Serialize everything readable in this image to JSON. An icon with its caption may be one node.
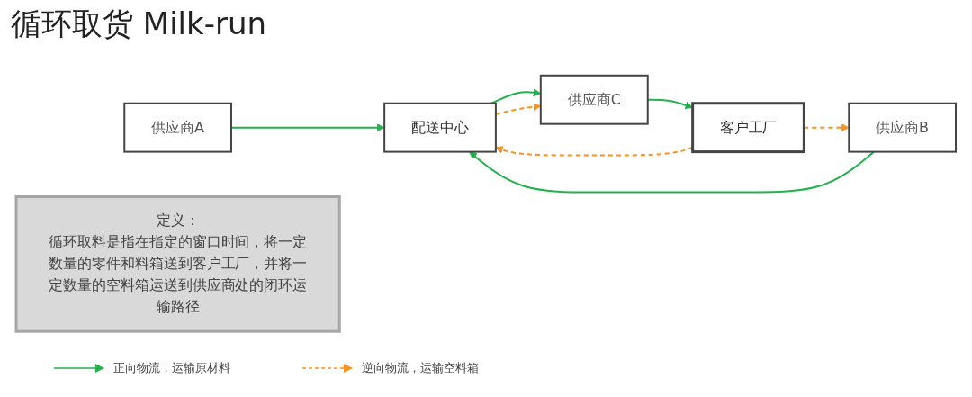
{
  "diagram": {
    "title": "循环取货 Milk-run",
    "nodes": [
      {
        "text": [
          "供应商A"
        ]
      },
      {
        "text": [
          "供应商B"
        ]
      },
      {
        "text": [
          "配送中心"
        ]
      },
      {
        "text": [
          "供应商C"
        ]
      },
      {
        "text": [
          "客户工厂"
        ]
      },
      {
        "text": [
          "定义：",
          "循环取料是指在指定的窗口时间，将一定数量的零件和料箱送到客户工厂，并将一定数量的空料箱运送到供应商处的闭环运输路径"
        ]
      }
    ],
    "edges": [
      {
        "from": 0,
        "to": 2,
        "arrow": "to"
      },
      {
        "from": 1,
        "to": 2,
        "arrow": "to"
      },
      {
        "from": 2,
        "to": 3,
        "arrow": "to"
      },
      {
        "from": 2,
        "to": 3,
        "arrow": "to",
        "style": "dashed",
        "color": "#f7931e"
      },
      {
        "from": 3,
        "to": 4,
        "arrow": "to"
      },
      {
        "from": 4,
        "to": 2,
        "arrow": "to",
        "style": "dashed",
        "color": "#f7931e"
      },
      {
        "from": 4,
        "to": 1,
        "arrow": "to",
        "style": "dashed",
        "color": "#f7931e"
      }
    ],
    "legend": [
      {
        "text": "正向物流，运输原材料"
      },
      {
        "text": "逆向物流，运输空料箱"
      }
    ]
  }
}
